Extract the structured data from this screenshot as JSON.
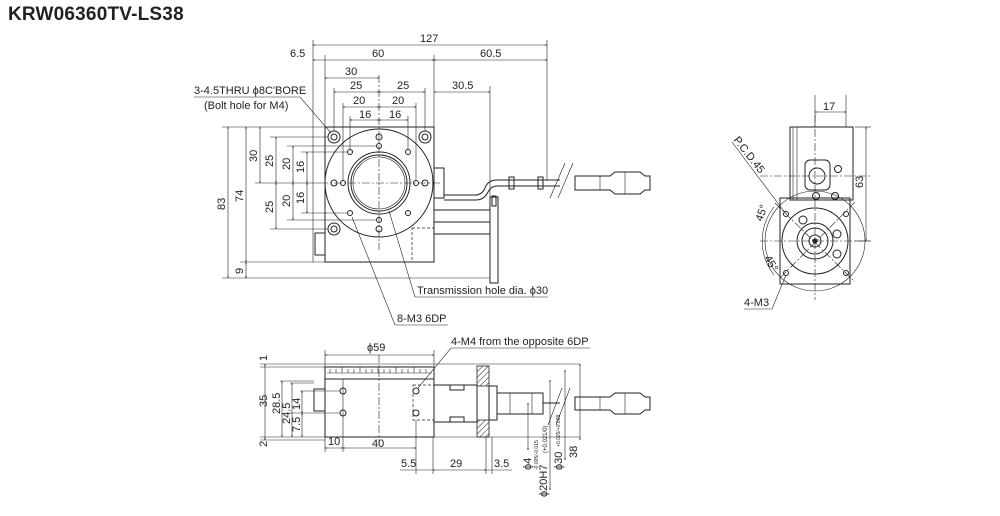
{
  "title": "KRW06360TV-LS38",
  "top_view": {
    "dims_h": {
      "overall": "127",
      "offset_left": "6.5",
      "body": "60",
      "cable": "60.5",
      "half": "30",
      "p25": "25",
      "p20": "20",
      "p16": "16",
      "block": "30.5"
    },
    "dims_v": {
      "overall": "83",
      "body": "74",
      "base": "9",
      "half": "30",
      "p25": "25",
      "p20": "20",
      "p16": "16"
    },
    "callouts": {
      "bolt_hole": "3-4.5THRU ϕ8C'BORE",
      "bolt_hole_note": "(Bolt hole for M4)",
      "transmission": "Transmission hole dia. ϕ30",
      "tapped": "8-M3 6DP"
    }
  },
  "side_view": {
    "diameter": "ϕ59",
    "tapped_note": "4-M4 from the opposite 6DP",
    "dims_v": {
      "top": "1",
      "height": "35",
      "h285": "28.5",
      "h245": "24.5",
      "h14": "14",
      "h75": "7.5",
      "bottom": "2"
    },
    "dims_h": {
      "d10": "10",
      "d40": "40",
      "d55": "5.5",
      "d29": "29",
      "d35": "3.5"
    },
    "dims_right": {
      "shaft": "ϕ4",
      "shaft_tol": "-0.005/-0.015",
      "bore": "ϕ20H7",
      "bore_tol": "(+0.021/0)",
      "flange": "ϕ30",
      "flange_tol": "+0.025/+0.009",
      "h38": "38"
    }
  },
  "end_view": {
    "width": "17",
    "height": "63",
    "pcd": "P.C.D.45",
    "angle1": "45°",
    "angle2": "45°",
    "holes": "4-M3"
  }
}
